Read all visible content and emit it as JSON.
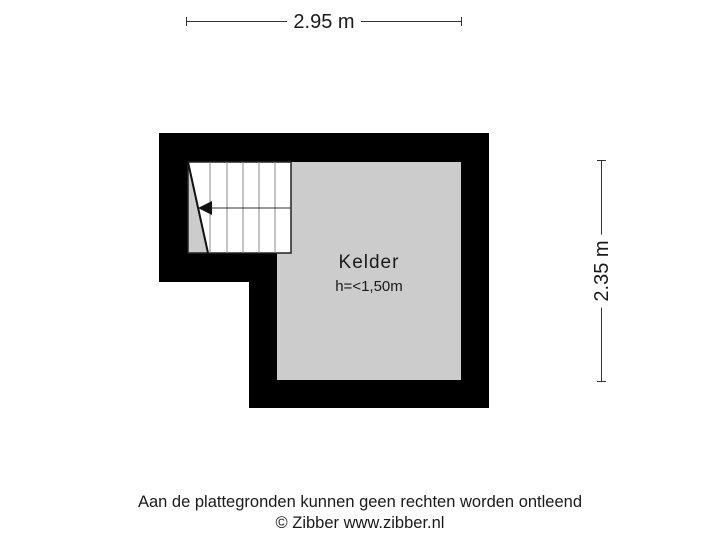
{
  "dimensions": {
    "width_label": "2.95 m",
    "height_label": "2.35 m"
  },
  "room": {
    "name": "Kelder",
    "height": "h=<1,50m"
  },
  "colors": {
    "wall": "#000000",
    "floor": "#cccccc",
    "stair_bg": "#ffffff",
    "stair_lines": "#808080"
  },
  "footer": {
    "disclaimer": "Aan de plattegronden kunnen geen rechten worden ontleend",
    "copyright": "© Zibber www.zibber.nl"
  }
}
